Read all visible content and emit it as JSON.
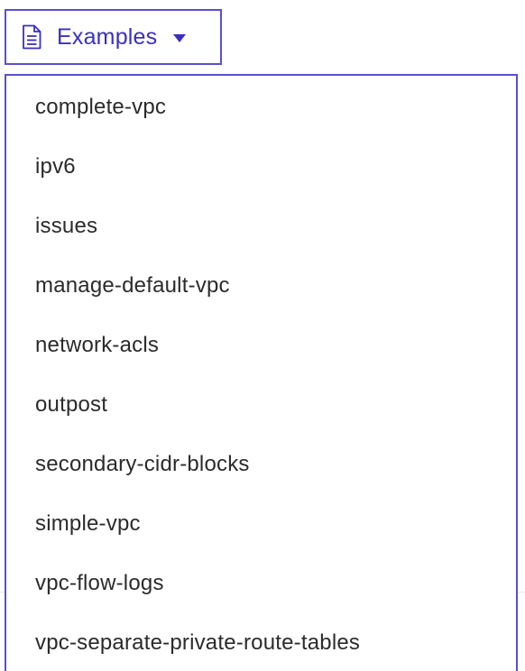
{
  "examples_button": {
    "label": "Examples",
    "icon": "document-icon",
    "caret_icon": "caret-down-icon"
  },
  "dropdown": {
    "items": [
      {
        "label": "complete-vpc"
      },
      {
        "label": "ipv6"
      },
      {
        "label": "issues"
      },
      {
        "label": "manage-default-vpc"
      },
      {
        "label": "network-acls"
      },
      {
        "label": "outpost"
      },
      {
        "label": "secondary-cidr-blocks"
      },
      {
        "label": "simple-vpc"
      },
      {
        "label": "vpc-flow-logs"
      },
      {
        "label": "vpc-separate-private-route-tables"
      }
    ]
  },
  "colors": {
    "accent": "#3a2fc4",
    "border": "#5a4fd0",
    "text": "#2b2b2b"
  }
}
